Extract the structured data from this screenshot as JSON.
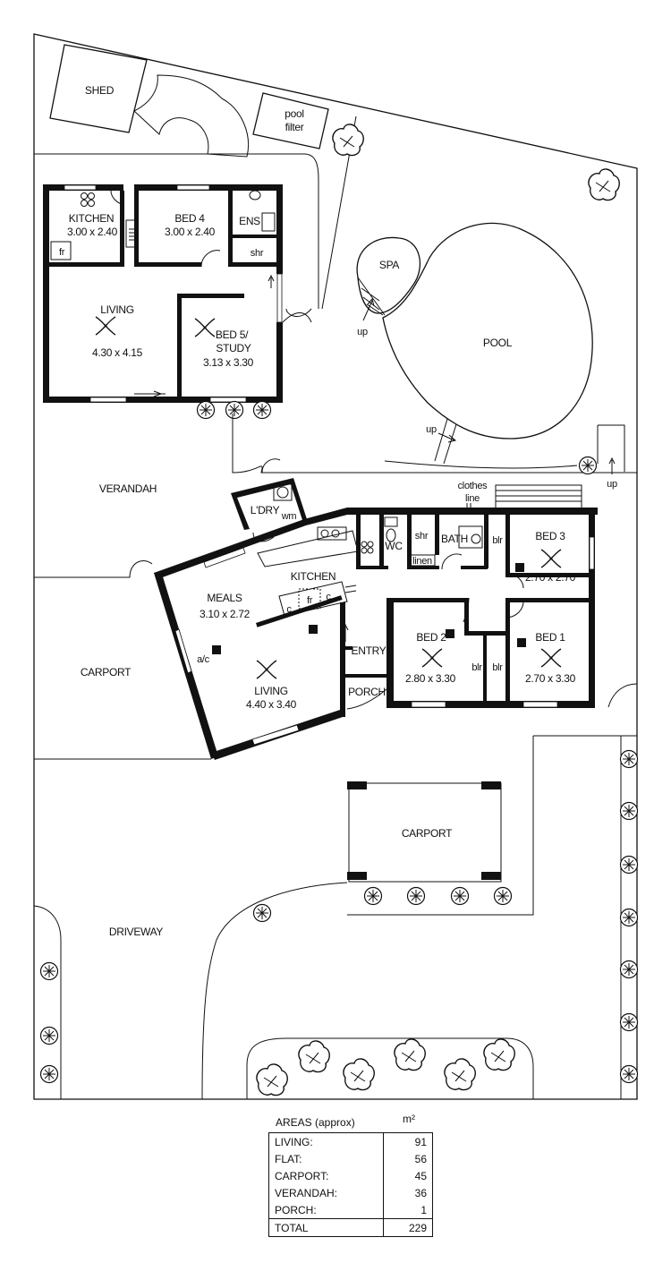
{
  "labels": {
    "shed": "SHED",
    "pool_filter_1": "pool",
    "pool_filter_2": "filter",
    "kitchen_flat": "KITCHEN",
    "kitchen_flat_dim": "3.00 x 2.40",
    "fr": "fr",
    "bed4": "BED 4",
    "bed4_dim": "3.00 x 2.40",
    "ens": "ENS",
    "shr": "shr",
    "living_flat": "LIVING",
    "living_flat_dim": "4.30 x 4.15",
    "bed5_1": "BED 5/",
    "bed5_2": "STUDY",
    "bed5_dim": "3.13 x 3.30",
    "spa": "SPA",
    "up": "up",
    "pool": "POOL",
    "verandah": "VERANDAH",
    "ldry": "L'DRY",
    "wm": "wm",
    "clothes_1": "clothes",
    "clothes_2": "line",
    "wc": "WC",
    "linen": "linen",
    "bath": "BATH",
    "blr": "blr",
    "bed3": "BED 3",
    "bed3_dim": "2.70 x 2.70",
    "kitchen": "KITCHEN",
    "meals": "MEALS",
    "meals_dim": "3.10 x 2.72",
    "c": "c",
    "ac": "a/c",
    "entry": "ENTRY",
    "porch": "PORCH",
    "bed2": "BED 2",
    "bed2_dim": "2.80 x 3.30",
    "bed1": "BED 1",
    "bed1_dim": "2.70 x 3.30",
    "living": "LIVING",
    "living_dim": "4.40 x 3.40",
    "carport": "CARPORT",
    "driveway": "DRIVEWAY"
  },
  "areas": {
    "title": "AREAS (approx)",
    "unit": "m²",
    "rows": [
      {
        "name": "LIVING:",
        "value": "91"
      },
      {
        "name": "FLAT:",
        "value": "56"
      },
      {
        "name": "CARPORT:",
        "value": "45"
      },
      {
        "name": "VERANDAH:",
        "value": "36"
      },
      {
        "name": "PORCH:",
        "value": "1"
      }
    ],
    "total": {
      "name": "TOTAL",
      "value": "229"
    }
  }
}
